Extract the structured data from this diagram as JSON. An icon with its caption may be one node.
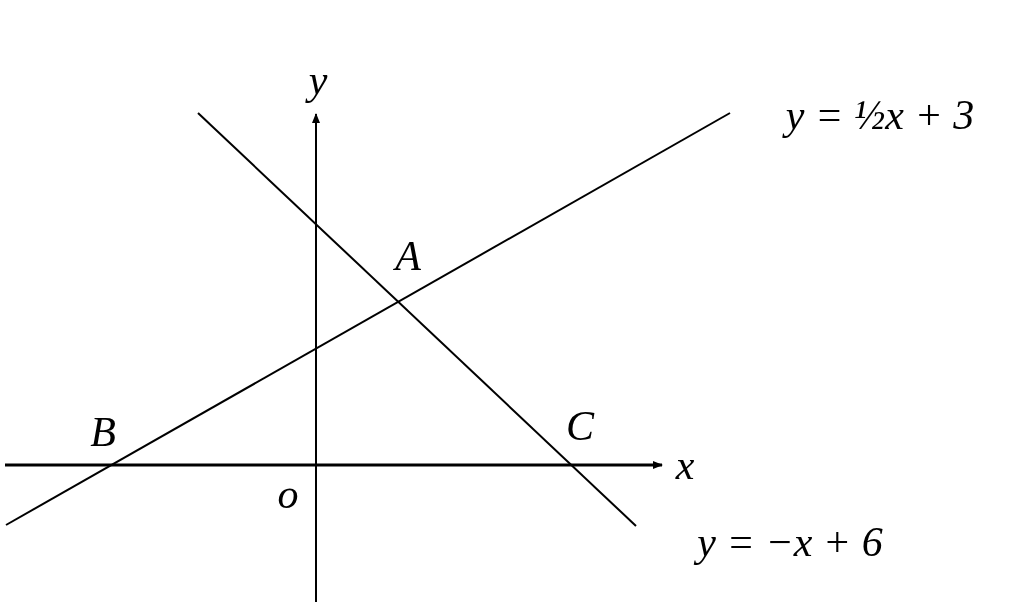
{
  "diagram": {
    "labels": [
      "y",
      "y = ½x + 3",
      "A",
      "B",
      "C",
      "x",
      "o",
      "y = −x + 6"
    ]
  }
}
